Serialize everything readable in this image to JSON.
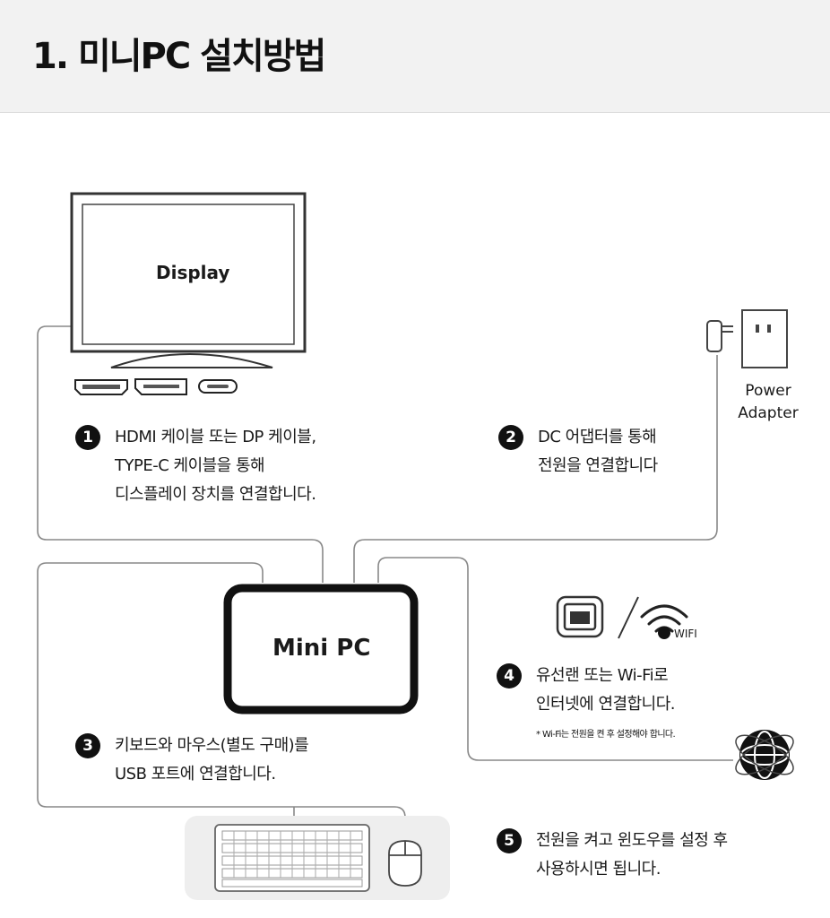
{
  "header": {
    "title": "1. 미니PC 설치방법"
  },
  "display": {
    "label": "Display"
  },
  "minipc": {
    "label": "Mini PC"
  },
  "power": {
    "label_line1": "Power",
    "label_line2": "Adapter"
  },
  "wifi": {
    "label": "WIFI"
  },
  "steps": [
    {
      "num": "1",
      "lines": [
        "HDMI 케이블 또는 DP 케이블,",
        "TYPE-C 케이블을 통해",
        "디스플레이 장치를 연결합니다."
      ]
    },
    {
      "num": "2",
      "lines": [
        "DC 어댑터를 통해",
        "전원을 연결합니다"
      ]
    },
    {
      "num": "3",
      "lines": [
        "키보드와 마우스(별도 구매)를",
        "USB 포트에 연결합니다."
      ]
    },
    {
      "num": "4",
      "lines": [
        "유선랜 또는 Wi-Fi로",
        "인터넷에 연결합니다."
      ],
      "note": "* Wi-Fi는 전원을 켠 후 설정해야 합니다."
    },
    {
      "num": "5",
      "lines": [
        "전원을 켜고 윈도우를 설정 후",
        "사용하시면 됩니다."
      ]
    }
  ]
}
